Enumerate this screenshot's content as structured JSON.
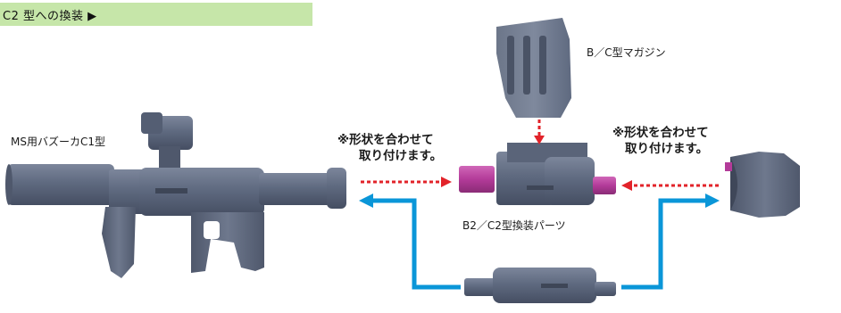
{
  "header": {
    "title": "C2 型への換装 ▶",
    "background": "#c6e6a9"
  },
  "labels": {
    "bazooka": "MS用バズーカC1型",
    "magazine": "B／C型マガジン",
    "parts": "B2／C2型換装パーツ"
  },
  "notes": {
    "left": [
      "※形状を合わせて",
      "取り付けます。"
    ],
    "right": [
      "※形状を合わせて",
      "取り付けます。"
    ]
  },
  "colors": {
    "part_gray": "#5f6a80",
    "part_dark": "#454e62",
    "part_light": "#7c869b",
    "connector": "#b33b99",
    "arrow_red": "#e2232a",
    "arrow_blue": "#0a96d8"
  }
}
